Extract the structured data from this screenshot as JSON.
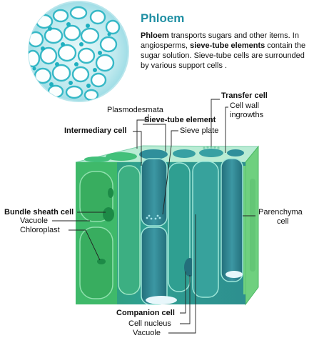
{
  "title": "Phloem",
  "description": {
    "p1_bold": "Phloem",
    "p1_text": " transports sugars and other items. In angiosperms, ",
    "p2_bold": "sieve-tube elements",
    "p2_text": " contain the sugar solution. Sieve-tube cells are surrounded by various support cells ."
  },
  "labels": {
    "plasmodesmata": "Plasmodesmata",
    "sieve_tube_element": "Sieve-tube element",
    "intermediary_cell": "Intermediary cell",
    "sieve_plate": "Sieve plate",
    "transfer_cell": "Transfer cell",
    "cell_wall_ingrowths_1": "Cell wall",
    "cell_wall_ingrowths_2": "ingrowths",
    "bundle_sheath_cell": "Bundle sheath cell",
    "vacuole_left": "Vacuole",
    "chloroplast": "Chloroplast",
    "parenchyma_1": "Parenchyma",
    "parenchyma_2": "cell",
    "companion_cell": "Companion cell",
    "cell_nucleus": "Cell nucleus",
    "vacuole_bottom": "Vacuole"
  },
  "colors": {
    "title": "#1f8fa3",
    "sheath_green": "#3fb96a",
    "phloem_teal": "#2e9aa0",
    "sieve_tube": "#2e7f8c",
    "leader_line": "#222222"
  }
}
